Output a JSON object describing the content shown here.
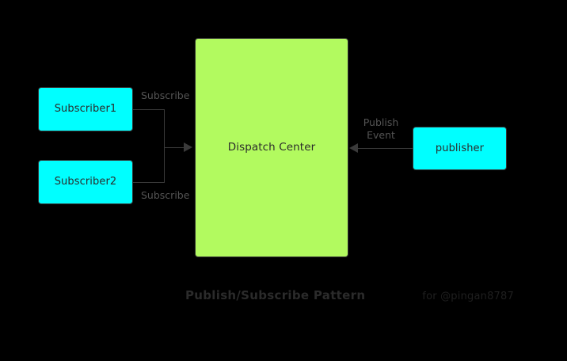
{
  "diagram": {
    "title": "Publish/Subscribe Pattern",
    "credit": "for @pingan8787",
    "nodes": {
      "subscriber1": "Subscriber1",
      "subscriber2": "Subscriber2",
      "dispatch_center": "Dispatch Center",
      "publisher": "publisher"
    },
    "edge_labels": {
      "subscribe_top": "Subscribe",
      "subscribe_bottom": "Subscribe",
      "publish_event": "Publish Event"
    },
    "colors": {
      "background": "#000000",
      "node_cyan": "#00ffff",
      "node_green": "#b2fa5f",
      "node_border": "#333333",
      "edge": "#3a3a3a",
      "edge_label_text": "#545454",
      "node_text": "#2b2b2b",
      "caption_title": "#2b2b2b",
      "caption_credit": "#1f1f1f"
    }
  }
}
